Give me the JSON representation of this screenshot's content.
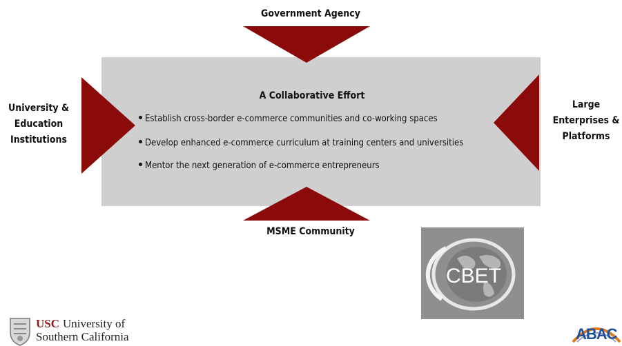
{
  "diagram": {
    "top_label": "Government Agency",
    "bottom_label": "MSME Community",
    "left_label": [
      "University &",
      "Education",
      "Institutions"
    ],
    "right_label": [
      "Large",
      "Enterprises &",
      "Platforms"
    ],
    "panel_title": "A Collaborative Effort",
    "bullets": [
      "Establish cross-border e-commerce communities and co-working spaces",
      "Develop enhanced e-commerce curriculum at training centers and universities",
      "Mentor the next generation of e-commerce entrepreneurs"
    ]
  },
  "logos": {
    "cbet": "CBET",
    "usc_mark": "USC",
    "usc_line1": "University of",
    "usc_line2": "Southern California",
    "abac": "ABAC"
  },
  "colors": {
    "arrow": "#8b0a0a",
    "panel": "#cfcfcf",
    "usc_red": "#8a1c1c",
    "abac_blue": "#1f4e9a"
  },
  "icons": [
    "usc-seal-icon",
    "globe-icon"
  ]
}
